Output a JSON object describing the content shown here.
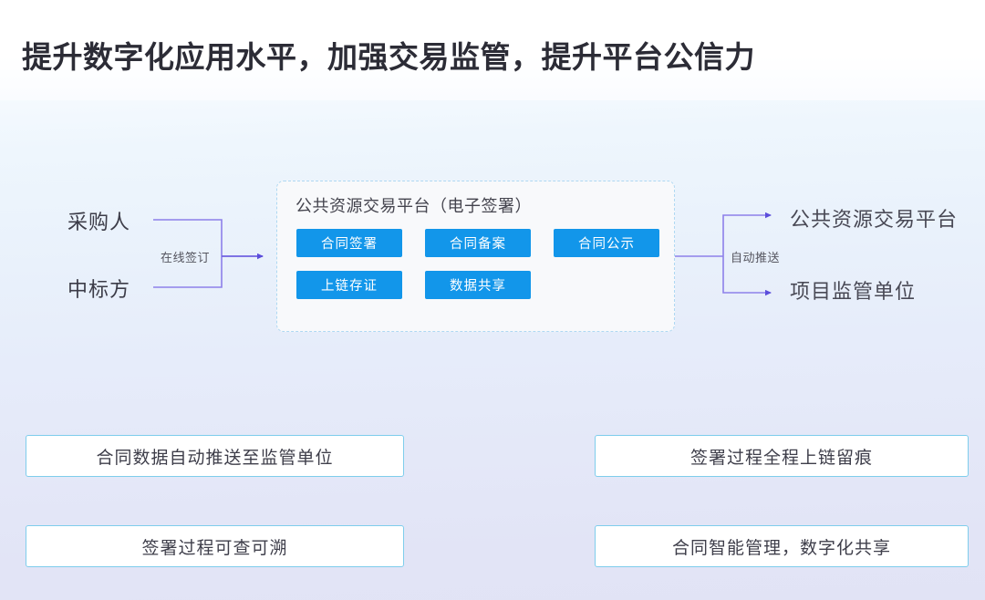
{
  "title": "提升数字化应用水平，加强交易监管，提升平台公信力",
  "colors": {
    "accent_blue": "#1296ea",
    "connector_purple": "#6f61e0",
    "panel_border": "#aed8f2",
    "benefit_border": "#7ecdec",
    "title_text": "#2c2c36"
  },
  "flow": {
    "actors": [
      {
        "label": "采购人"
      },
      {
        "label": "中标方"
      }
    ],
    "edges": {
      "left_label": "在线签订",
      "right_label": "自动推送"
    },
    "platform": {
      "title": "公共资源交易平台（电子签署）",
      "chips": [
        {
          "label": "合同签署"
        },
        {
          "label": "合同备案"
        },
        {
          "label": "合同公示"
        },
        {
          "label": "上链存证"
        },
        {
          "label": "数据共享"
        }
      ]
    },
    "targets": [
      {
        "label": "公共资源交易平台"
      },
      {
        "label": "项目监管单位"
      }
    ]
  },
  "benefits": [
    {
      "label": "合同数据自动推送至监管单位"
    },
    {
      "label": "签署过程全程上链留痕"
    },
    {
      "label": "签署过程可查可溯"
    },
    {
      "label": "合同智能管理，数字化共享"
    }
  ]
}
